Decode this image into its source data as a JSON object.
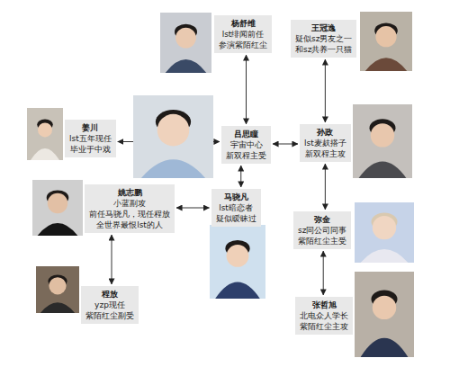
{
  "diagram": {
    "nodes": [
      {
        "text": [
          "杨舒维",
          "lst绯闻前任",
          "参演紫陌红尘"
        ]
      },
      {
        "text": [
          "王冠逸",
          "疑似sz男友之一",
          "和sz共养一只猫"
        ]
      },
      {
        "text": [
          "姜川",
          "lst五年现任",
          "毕业于中戏"
        ]
      },
      {
        "text": [
          "吕思瞳",
          "宇宙中心",
          "新双程主受"
        ]
      },
      {
        "text": [
          "孙政",
          "lst麦麸搭子",
          "新双程主攻"
        ]
      },
      {
        "text": [
          "姚志鹏",
          "小蓝副攻",
          "前任马骁凡，现任程放",
          "全世界最恨lst的人"
        ]
      },
      {
        "text": [
          "马骁凡",
          "lst暗恋者",
          "疑似暧昧过"
        ]
      },
      {
        "text": [
          "弥金",
          "sz同公司同事",
          "紫陌红尘主受"
        ]
      },
      {
        "text": [
          "程放",
          "yzp现任",
          "紫陌红尘副受"
        ]
      },
      {
        "text": [
          "张哲旭",
          "北电众人学长",
          "紫陌红尘主攻"
        ]
      }
    ],
    "edges": [
      {
        "from": 0,
        "to": 3,
        "arrow": "both"
      },
      {
        "from": 1,
        "to": 4,
        "arrow": "both"
      },
      {
        "from": 2,
        "to": 3,
        "arrow": "both"
      },
      {
        "from": 3,
        "to": 4,
        "arrow": "both"
      },
      {
        "from": 3,
        "to": 6,
        "arrow": "both"
      },
      {
        "from": 4,
        "to": 7,
        "arrow": "both"
      },
      {
        "from": 7,
        "to": 9,
        "arrow": "both"
      },
      {
        "from": 5,
        "to": 6,
        "arrow": "both"
      },
      {
        "from": 5,
        "to": 8,
        "arrow": "both"
      }
    ]
  }
}
